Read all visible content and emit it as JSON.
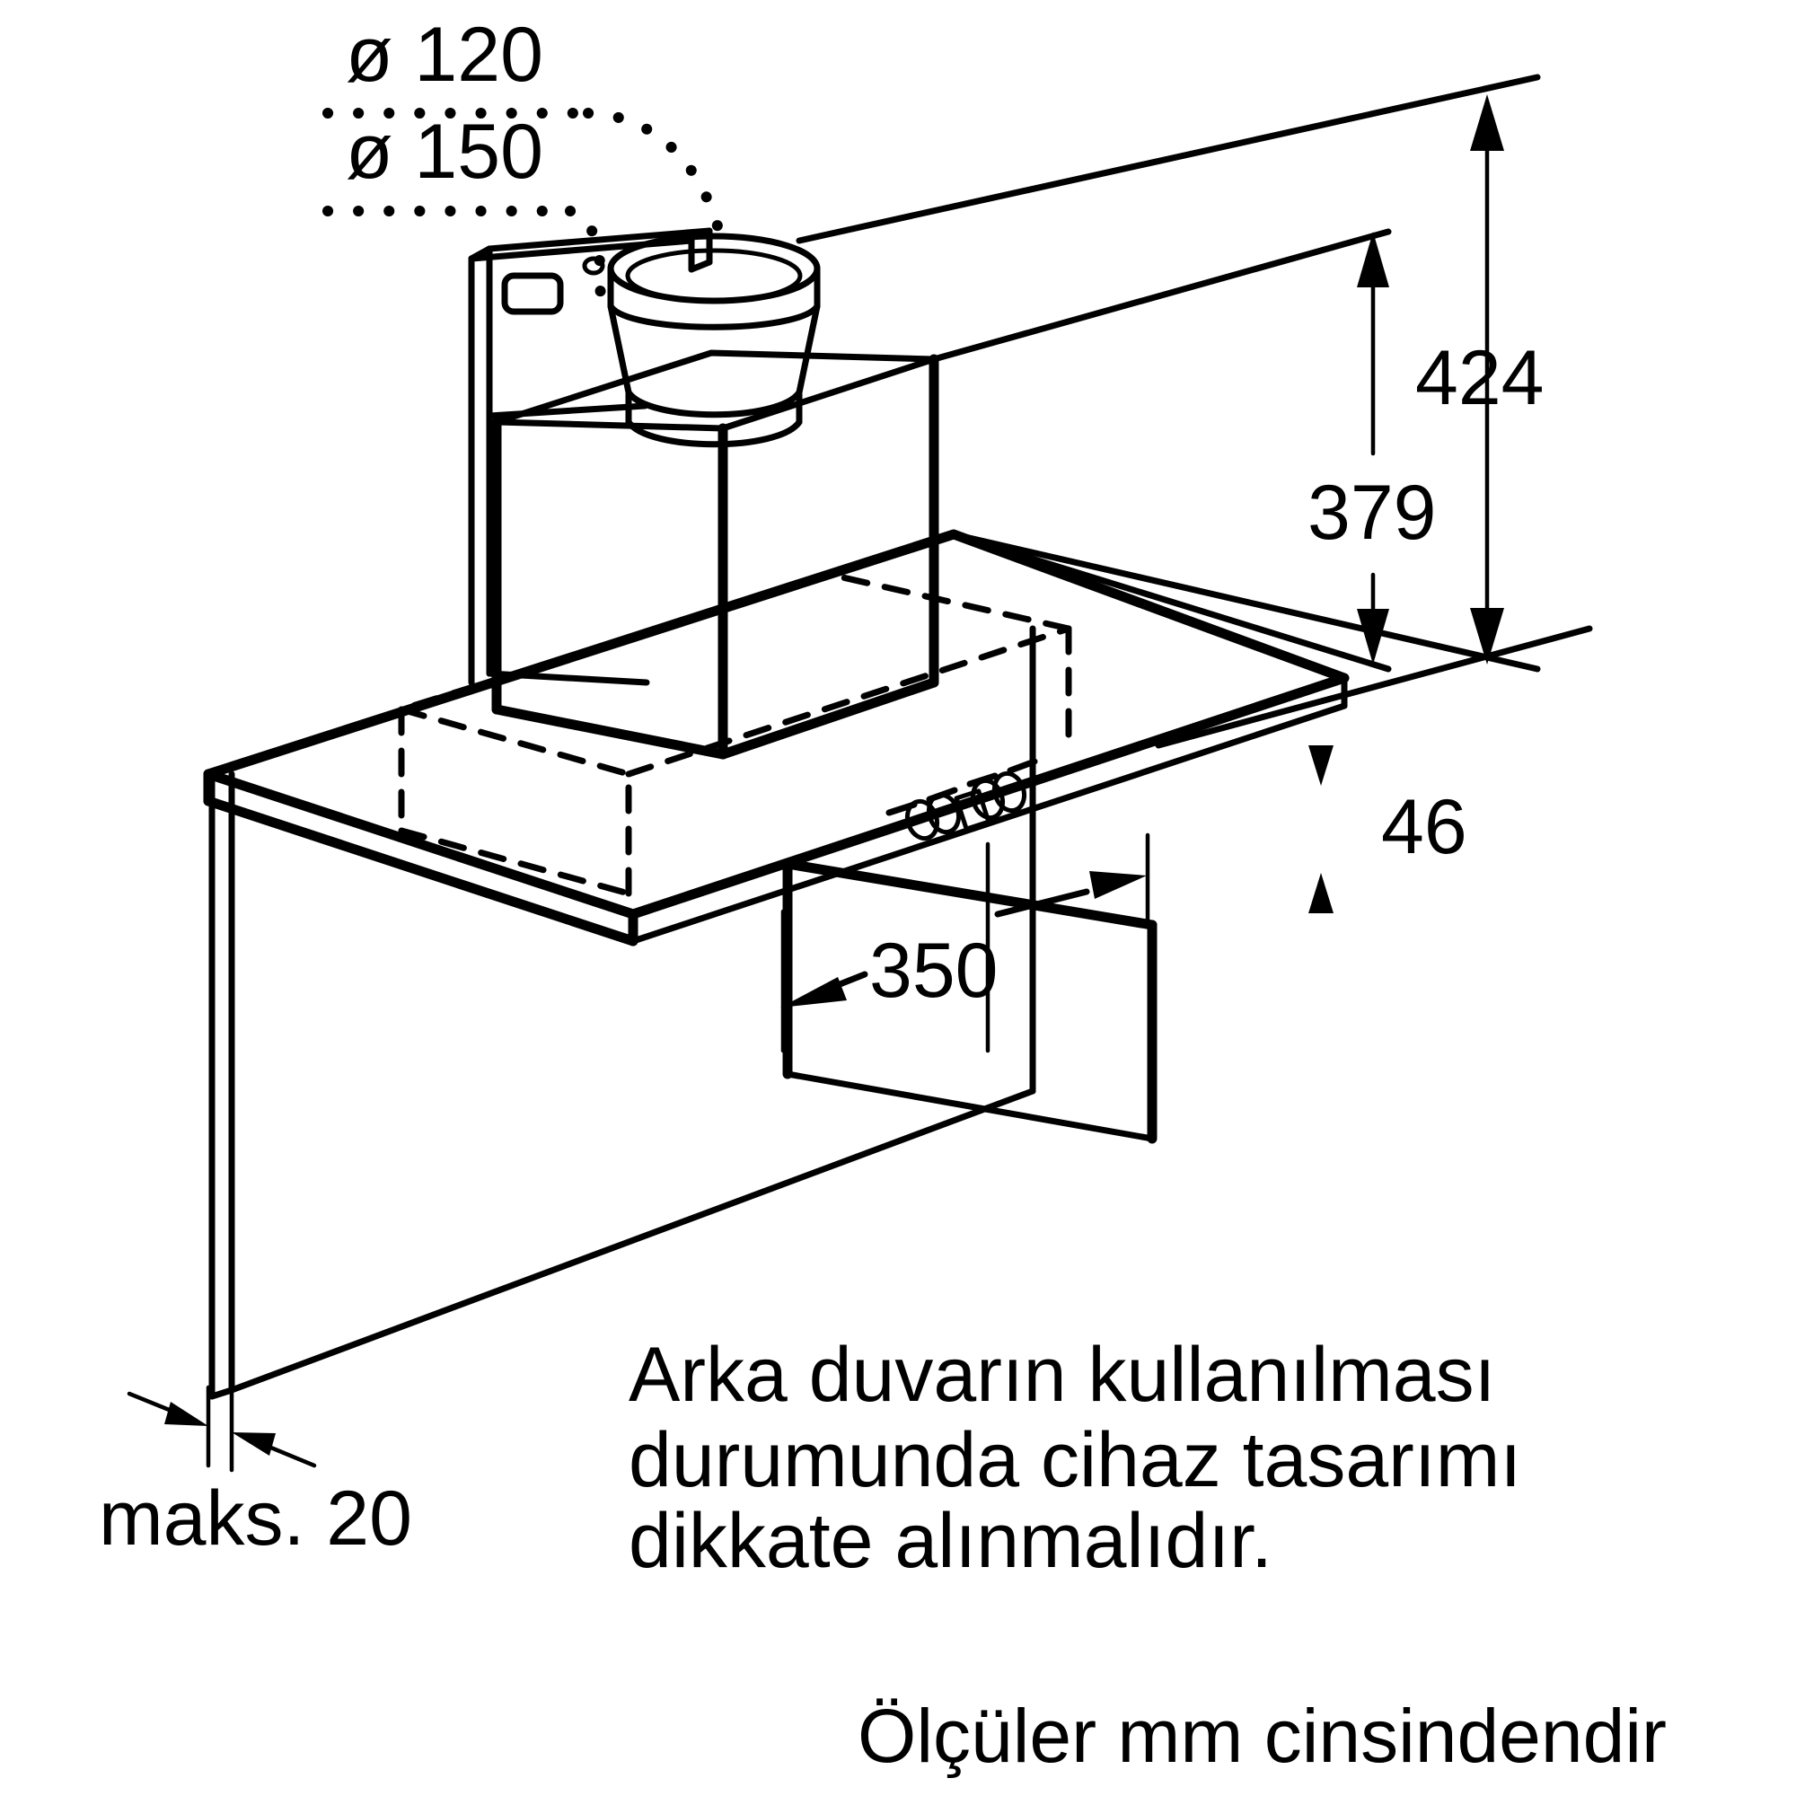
{
  "drawing": {
    "kind": "technical-dimension-drawing",
    "product": "wall-mounted-extractor-hood",
    "background_color": "#ffffff",
    "line_color": "#000000"
  },
  "labels": {
    "duct_diameter_1": "ø 120",
    "duct_diameter_2": "ø 150",
    "height_total": "424",
    "height_body": "379",
    "panel_thickness": "46",
    "depth": "350",
    "wall_gap_max": "maks. 20"
  },
  "notes": {
    "back_wall_note_line1": "Arka duvarın kullanılması",
    "back_wall_note_line2": "durumunda cihaz tasarımı",
    "back_wall_note_line3": "dikkate alınmalıdır.",
    "units_note": "Ölçüler mm cinsindendir"
  },
  "control_panel": {
    "elements": [
      "button-circle",
      "button-circle",
      "display-rect",
      "button-circle",
      "button-circle"
    ]
  },
  "dimension_values_mm": {
    "duct_outlet_a": 120,
    "duct_outlet_b": 150,
    "overall_height": 424,
    "chimney_height": 379,
    "panel_edge_height": 46,
    "depth": 350,
    "max_wall_gap": 20
  }
}
